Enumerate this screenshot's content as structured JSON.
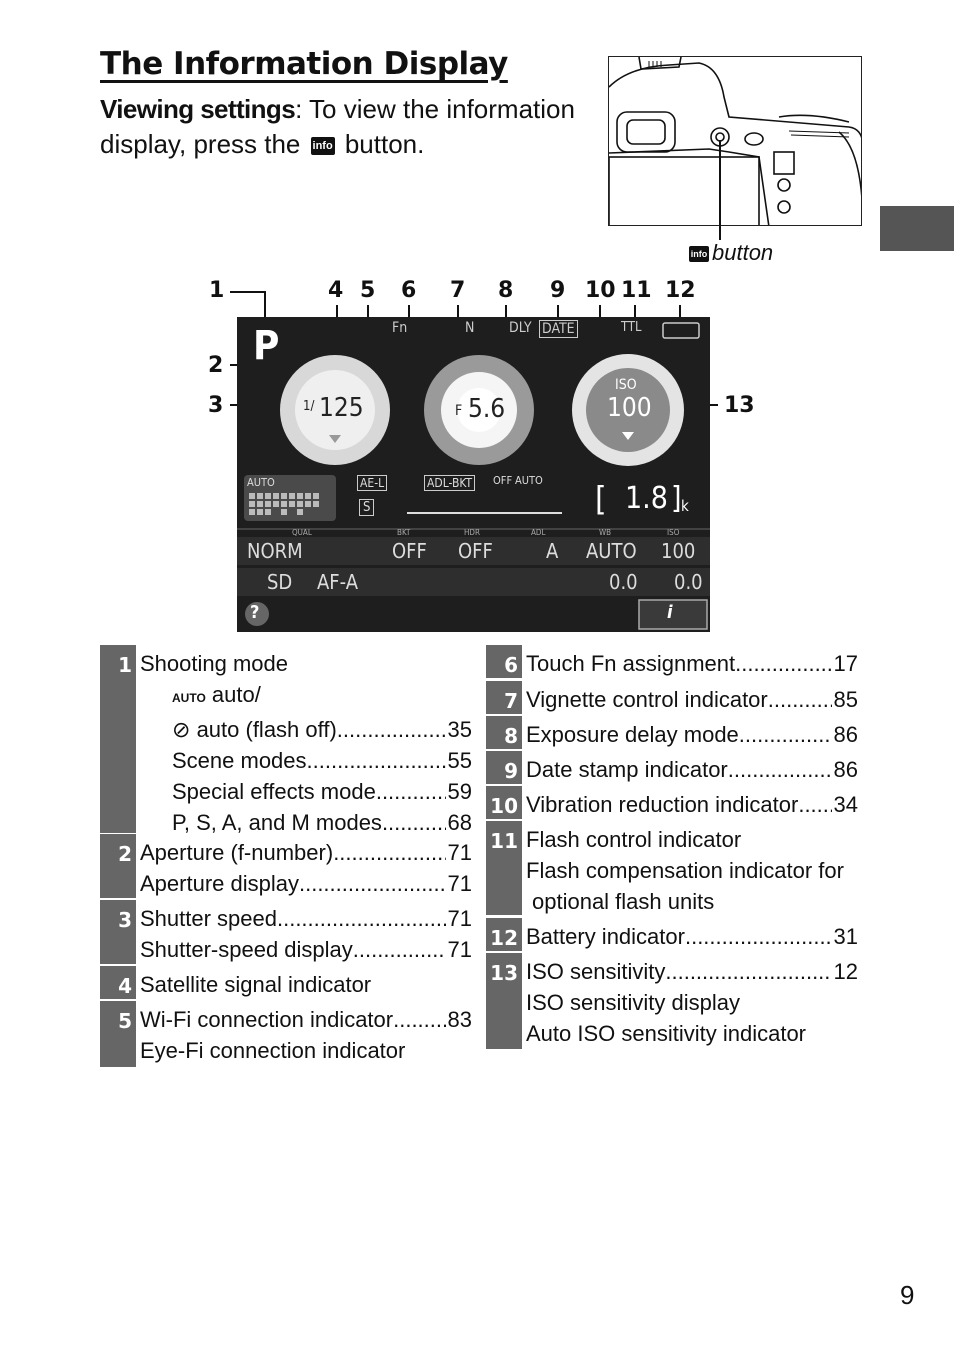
{
  "header": {
    "title": "The Information Display",
    "intro_lead": "Viewing settings",
    "intro_text_1": ": To view the information display, press the ",
    "intro_text_2": " button.",
    "info_glyph": "info"
  },
  "camera_caption": {
    "glyph": "info",
    "text": "button"
  },
  "callouts": [
    "1",
    "4",
    "5",
    "6",
    "7",
    "8",
    "9",
    "10",
    "11",
    "12",
    "2",
    "3",
    "13"
  ],
  "screen": {
    "mode": "P",
    "shutter_prefix": "1/",
    "shutter": "125",
    "aperture_prefix": "F",
    "aperture": "5.6",
    "iso_label": "ISO",
    "iso": "100",
    "shots": "1.8",
    "shots_unit": "k",
    "top_icons": [
      "Fn",
      "N",
      "DLY",
      "DATE",
      "TTL"
    ],
    "ae_l": "AE-L",
    "adl_bkt": "ADL-BKT",
    "off": "OFF",
    "auto": "AUTO",
    "auto_small": "AUTO",
    "s_label": "S",
    "row1_heads": [
      "QUAL",
      "BKT",
      "HDR",
      "ADL",
      "WB",
      "ISO"
    ],
    "row1_vals": [
      "NORM",
      "",
      "OFF",
      "OFF",
      "A",
      "AUTO",
      "100"
    ],
    "row2_vals": [
      "SD",
      "AF-A",
      "",
      "",
      "",
      "0.0",
      "0.0"
    ],
    "help": "?",
    "i": "i"
  },
  "left_rows": [
    {
      "num": "1",
      "lines": [
        {
          "label": "Shooting mode",
          "page": "",
          "indent": false
        },
        {
          "label": "auto/",
          "page": "",
          "indent": true,
          "icon": "AUTO"
        },
        {
          "label": "auto (flash off)",
          "page": "35",
          "indent": true,
          "icon": "⊘"
        },
        {
          "label": "Scene modes",
          "page": "55",
          "indent": true
        },
        {
          "label": "Special effects mode",
          "page": "59",
          "indent": true
        },
        {
          "label": "P, S, A, and M modes",
          "page": "68",
          "indent": true
        }
      ]
    },
    {
      "num": "2",
      "lines": [
        {
          "label": "Aperture (f-number)",
          "page": "71"
        },
        {
          "label": "Aperture display",
          "page": "71"
        }
      ]
    },
    {
      "num": "3",
      "lines": [
        {
          "label": "Shutter speed",
          "page": "71"
        },
        {
          "label": "Shutter-speed display",
          "page": "71"
        }
      ]
    },
    {
      "num": "4",
      "lines": [
        {
          "label": "Satellite signal indicator",
          "page": ""
        }
      ]
    },
    {
      "num": "5",
      "lines": [
        {
          "label": "Wi-Fi connection indicator",
          "page": "83"
        },
        {
          "label": "Eye-Fi connection indicator",
          "page": ""
        }
      ]
    }
  ],
  "right_rows": [
    {
      "num": "6",
      "lines": [
        {
          "label": "Touch Fn assignment",
          "page": "17"
        }
      ]
    },
    {
      "num": "7",
      "lines": [
        {
          "label": "Vignette control indicator",
          "page": "85"
        }
      ]
    },
    {
      "num": "8",
      "lines": [
        {
          "label": "Exposure delay mode",
          "page": "86"
        }
      ]
    },
    {
      "num": "9",
      "lines": [
        {
          "label": "Date stamp indicator",
          "page": "86"
        }
      ]
    },
    {
      "num": "10",
      "lines": [
        {
          "label": "Vibration reduction indicator",
          "page": "34"
        }
      ]
    },
    {
      "num": "11",
      "lines": [
        {
          "label": "Flash control indicator",
          "page": ""
        },
        {
          "label": "Flash compensation indicator for",
          "page": ""
        },
        {
          "label": " optional flash units",
          "page": ""
        }
      ]
    },
    {
      "num": "12",
      "lines": [
        {
          "label": "Battery indicator",
          "page": "31"
        }
      ]
    },
    {
      "num": "13",
      "lines": [
        {
          "label": "ISO sensitivity",
          "page": "12"
        },
        {
          "label": "ISO sensitivity display",
          "page": ""
        },
        {
          "label": "Auto ISO sensitivity indicator",
          "page": ""
        }
      ]
    }
  ],
  "page_number": "9",
  "colors": {
    "row_number_bg": "#666666",
    "screen_bg": "#1e1e1e",
    "side_tab": "#555555"
  }
}
